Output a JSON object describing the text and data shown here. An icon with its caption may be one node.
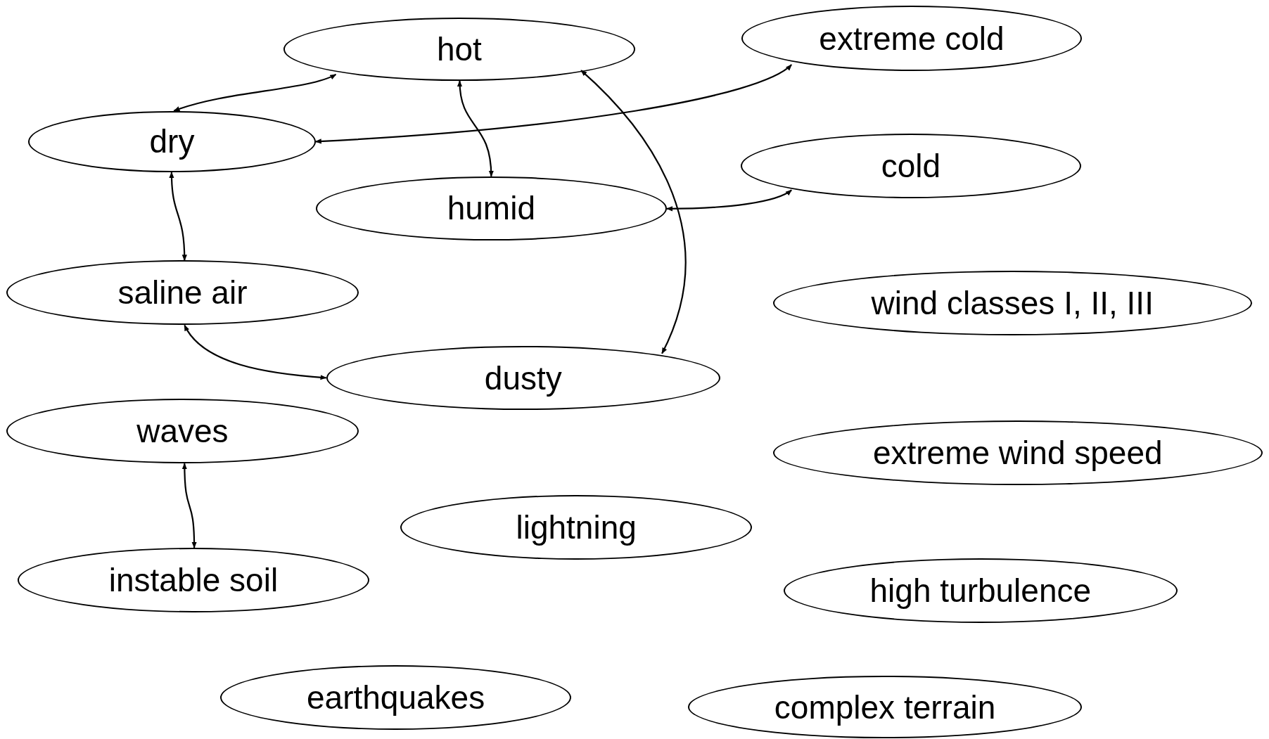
{
  "diagram": {
    "nodes": [
      {
        "text": [
          "hot"
        ]
      },
      {
        "text": [
          "extreme cold"
        ]
      },
      {
        "text": [
          "dry"
        ]
      },
      {
        "text": [
          "cold"
        ]
      },
      {
        "text": [
          "humid"
        ]
      },
      {
        "text": [
          "saline air"
        ]
      },
      {
        "text": [
          "wind classes I, II, III"
        ]
      },
      {
        "text": [
          "dusty"
        ]
      },
      {
        "text": [
          "waves"
        ]
      },
      {
        "text": [
          "extreme wind speed"
        ]
      },
      {
        "text": [
          "lightning"
        ]
      },
      {
        "text": [
          "instable soil"
        ]
      },
      {
        "text": [
          "high turbulence"
        ]
      },
      {
        "text": [
          "earthquakes"
        ]
      },
      {
        "text": [
          "complex terrain"
        ]
      }
    ],
    "edges": [
      {
        "from": 0,
        "to": 2,
        "arrow": "both"
      },
      {
        "from": 2,
        "to": 1,
        "arrow": "both"
      },
      {
        "from": 0,
        "to": 4,
        "arrow": "both"
      },
      {
        "from": 0,
        "to": 7,
        "arrow": "both"
      },
      {
        "from": 4,
        "to": 3,
        "arrow": "both"
      },
      {
        "from": 2,
        "to": 5,
        "arrow": "both"
      },
      {
        "from": 5,
        "to": 7,
        "arrow": "both"
      },
      {
        "from": 8,
        "to": 11,
        "arrow": "both"
      }
    ]
  }
}
